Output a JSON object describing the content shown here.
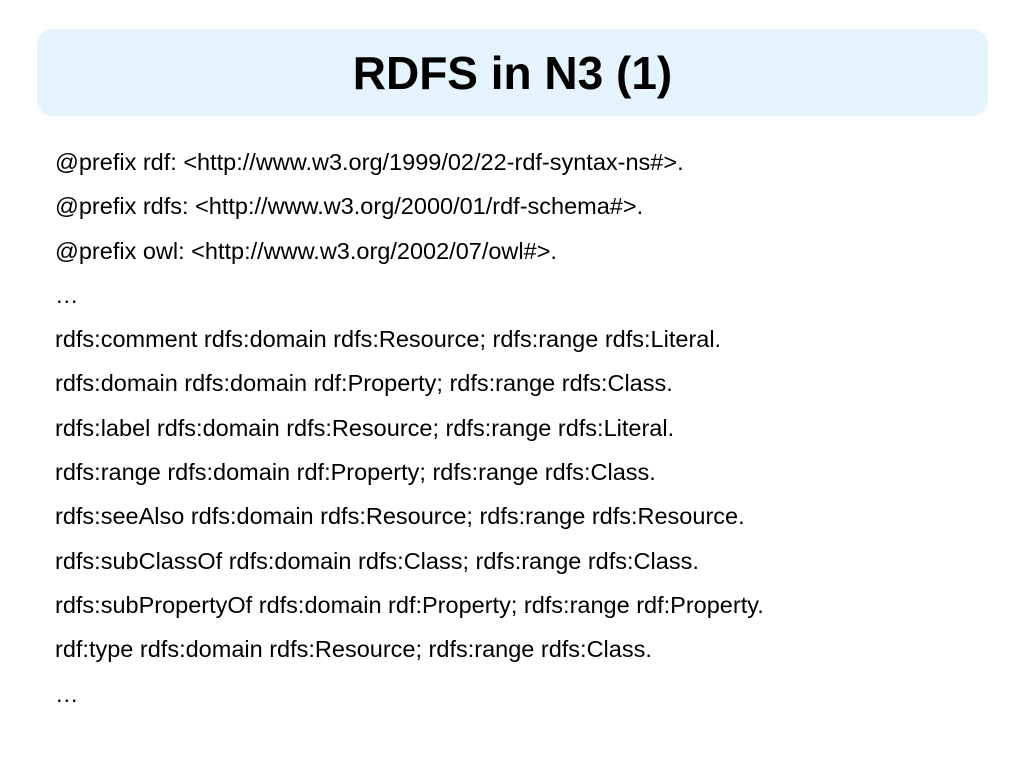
{
  "slide": {
    "title": "RDFS in N3 (1)",
    "lines": [
      "@prefix rdf: <http://www.w3.org/1999/02/22-rdf-syntax-ns#>.",
      "@prefix rdfs: <http://www.w3.org/2000/01/rdf-schema#>.",
      "@prefix owl: <http://www.w3.org/2002/07/owl#>.",
      "…",
      "rdfs:comment rdfs:domain rdfs:Resource; rdfs:range rdfs:Literal.",
      "rdfs:domain rdfs:domain rdf:Property; rdfs:range rdfs:Class.",
      "rdfs:label rdfs:domain rdfs:Resource; rdfs:range rdfs:Literal.",
      "rdfs:range rdfs:domain rdf:Property; rdfs:range rdfs:Class.",
      "rdfs:seeAlso rdfs:domain rdfs:Resource; rdfs:range rdfs:Resource.",
      "rdfs:subClassOf rdfs:domain rdfs:Class; rdfs:range rdfs:Class.",
      "rdfs:subPropertyOf rdfs:domain rdf:Property; rdfs:range rdf:Property.",
      "rdf:type rdfs:domain rdfs:Resource; rdfs:range rdfs:Class.",
      "…"
    ]
  },
  "colors": {
    "title_background": "#e4f3fc",
    "text": "#000000",
    "page_background": "#ffffff"
  }
}
